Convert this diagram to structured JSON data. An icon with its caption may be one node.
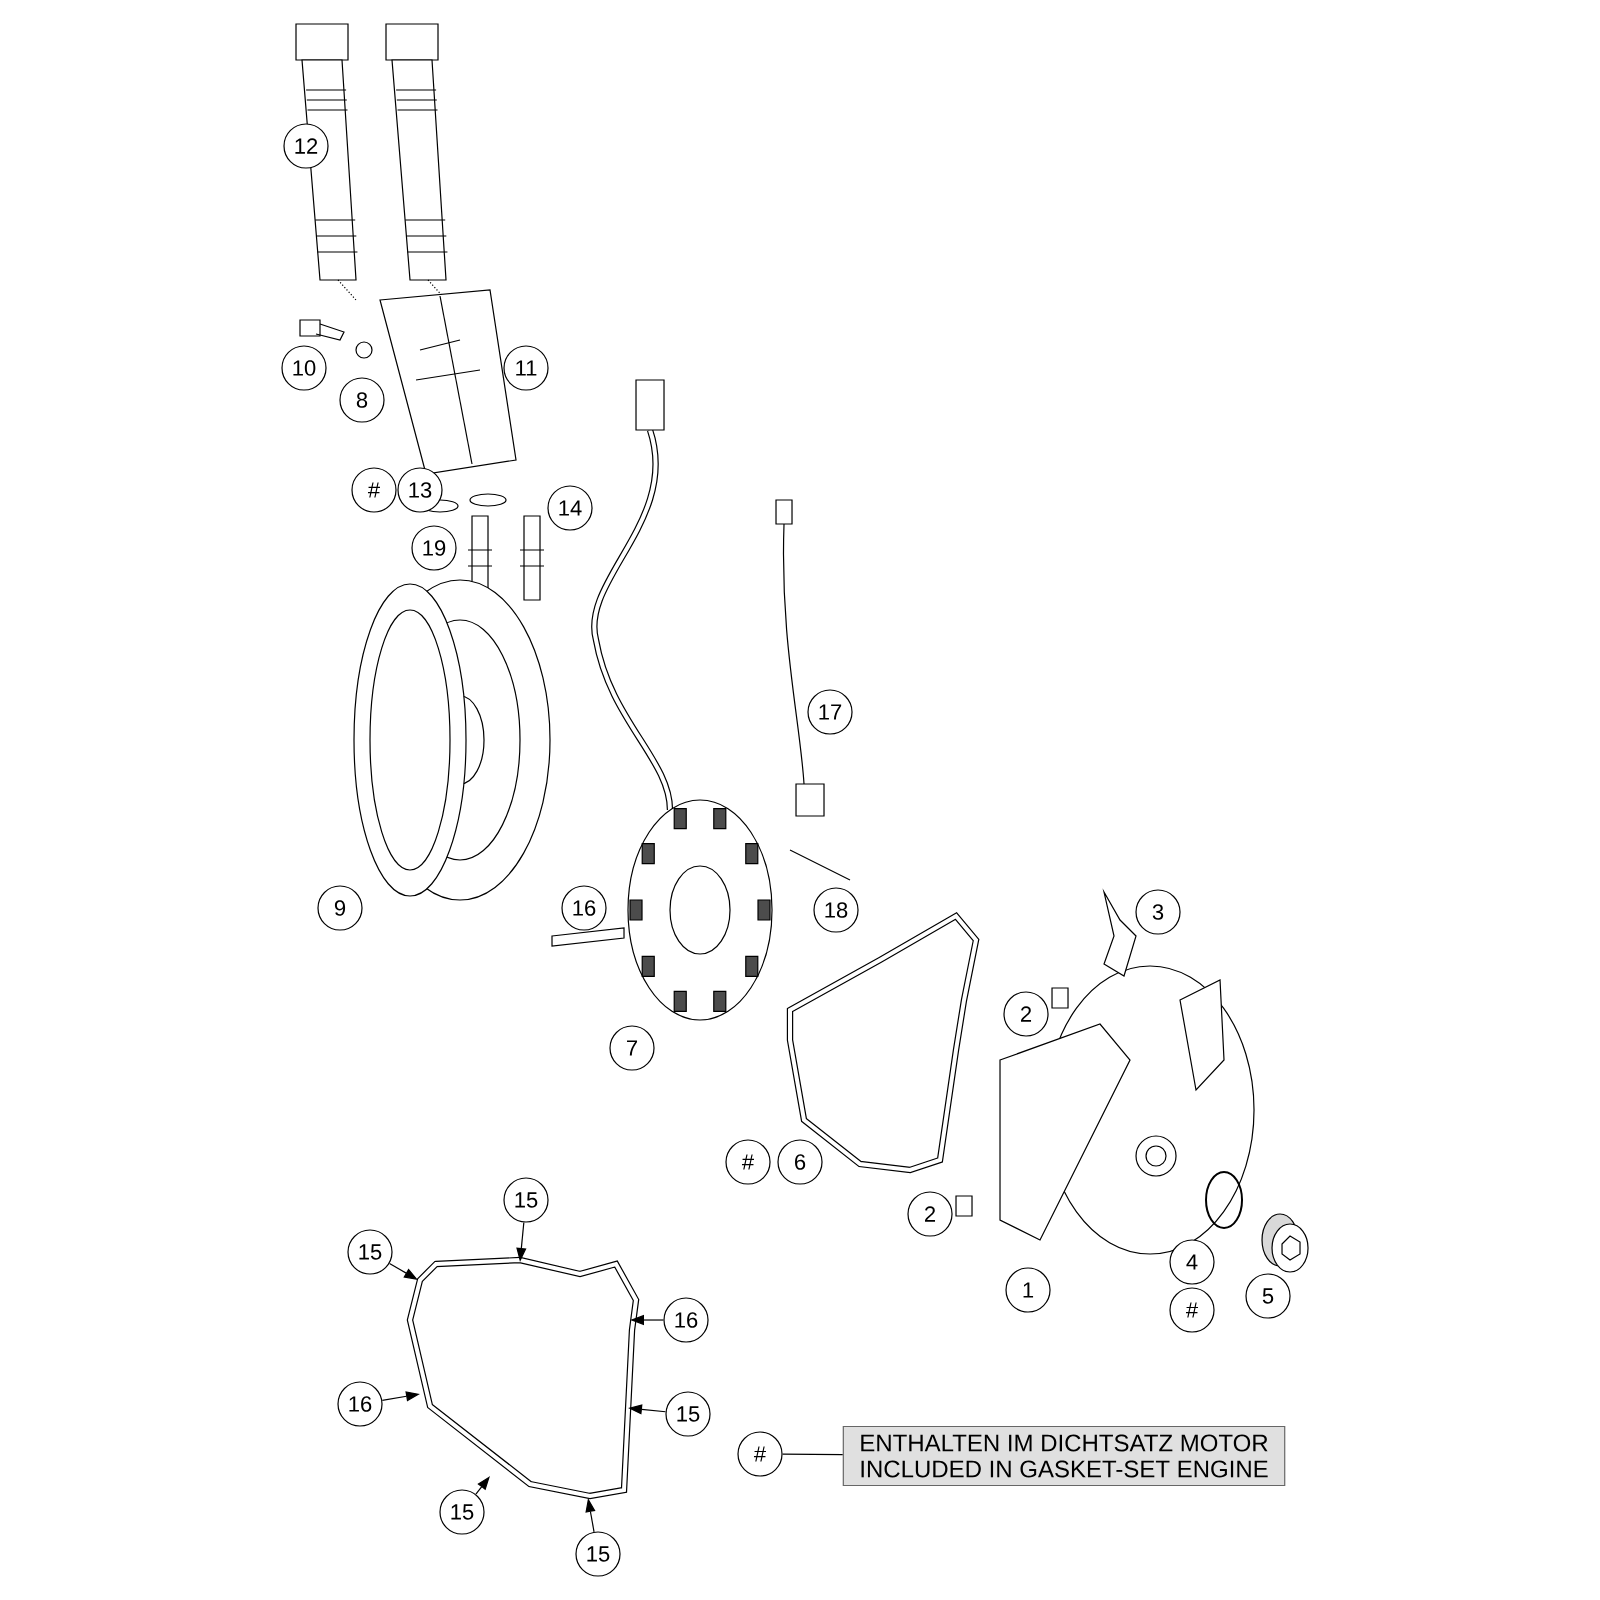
{
  "diagram": {
    "nodes": [
      {
        "text": [
          "12"
        ]
      },
      {
        "text": [
          "10"
        ]
      },
      {
        "text": [
          "11"
        ]
      },
      {
        "text": [
          "8"
        ]
      },
      {
        "text": [
          "#"
        ]
      },
      {
        "text": [
          "13"
        ]
      },
      {
        "text": [
          "14"
        ]
      },
      {
        "text": [
          "19"
        ]
      },
      {
        "text": [
          "17"
        ]
      },
      {
        "text": [
          "9"
        ]
      },
      {
        "text": [
          "16"
        ]
      },
      {
        "text": [
          "18"
        ]
      },
      {
        "text": [
          "3"
        ]
      },
      {
        "text": [
          "7"
        ]
      },
      {
        "text": [
          "2"
        ]
      },
      {
        "text": [
          "#"
        ]
      },
      {
        "text": [
          "6"
        ]
      },
      {
        "text": [
          "2"
        ]
      },
      {
        "text": [
          "4"
        ]
      },
      {
        "text": [
          "1"
        ]
      },
      {
        "text": [
          "#"
        ]
      },
      {
        "text": [
          "5"
        ]
      },
      {
        "text": [
          "#"
        ]
      },
      {
        "text": [
          "ENTHALTEN IM DICHTSATZ MOTOR",
          "INCLUDED IN GASKET-SET ENGINE"
        ]
      },
      {
        "text": [],
        "shape": "picture"
      },
      {
        "text": [
          "15"
        ]
      },
      {
        "text": [
          "15"
        ]
      },
      {
        "text": [
          "16"
        ]
      },
      {
        "text": [
          "16"
        ]
      },
      {
        "text": [
          "15"
        ]
      },
      {
        "text": [
          "15"
        ]
      },
      {
        "text": [
          "15"
        ]
      }
    ],
    "edges": [
      {
        "from": 22,
        "to": 23,
        "arrow": "none"
      },
      {
        "from": 25,
        "to": 24,
        "arrow": "to"
      },
      {
        "from": 26,
        "to": 24,
        "arrow": "to"
      },
      {
        "from": 27,
        "to": 24,
        "arrow": "to"
      },
      {
        "from": 28,
        "to": 24,
        "arrow": "to"
      },
      {
        "from": 29,
        "to": 24,
        "arrow": "to"
      },
      {
        "from": 30,
        "to": 24,
        "arrow": "to"
      },
      {
        "from": 31,
        "to": 24,
        "arrow": "to"
      }
    ]
  }
}
